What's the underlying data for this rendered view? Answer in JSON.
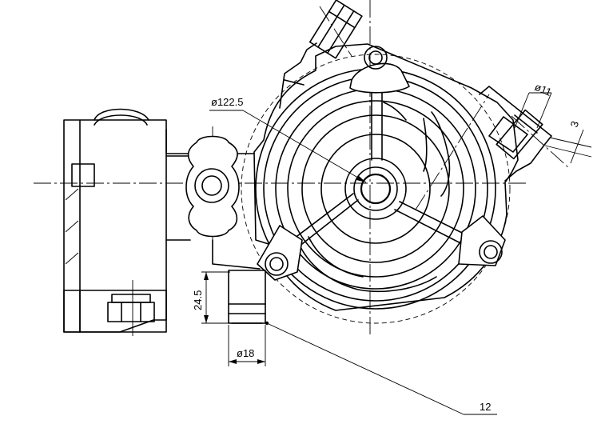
{
  "dimensions": {
    "outer_diameter": "ø122.5",
    "hole_diameter": "ø11",
    "flange_offset": "3",
    "outlet_length": "24.5",
    "outlet_diameter": "ø18"
  },
  "callouts": {
    "part_number": "12"
  }
}
